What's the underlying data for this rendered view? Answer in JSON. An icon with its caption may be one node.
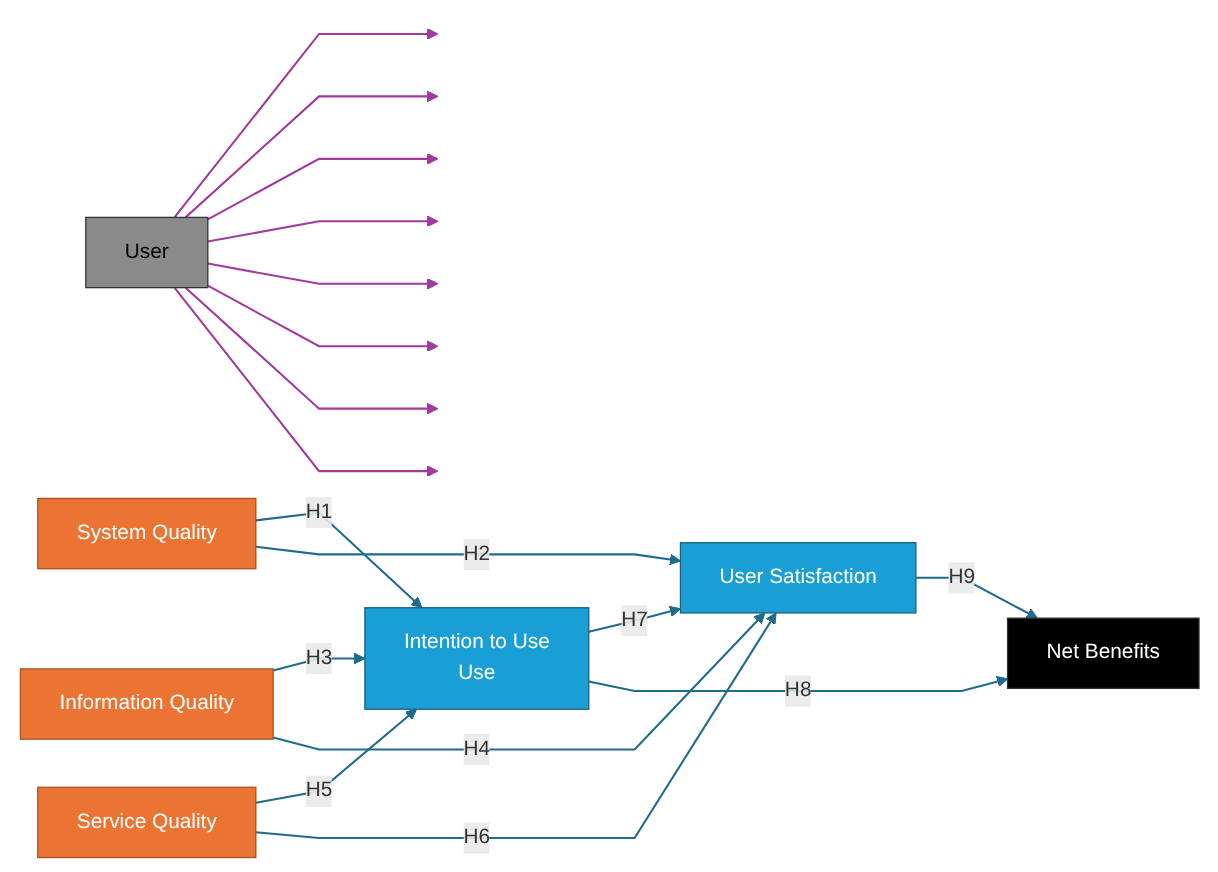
{
  "diagram": {
    "nodes": [
      {
        "text": [
          "User"
        ]
      },
      {
        "text": [
          "System Quality"
        ]
      },
      {
        "text": [
          "Information Quality"
        ]
      },
      {
        "text": [
          "Service Quality"
        ]
      },
      {
        "text": [
          "Intention to Use",
          "Use"
        ]
      },
      {
        "text": [
          "User Satisfaction"
        ]
      },
      {
        "text": [
          "Net Benefits"
        ]
      }
    ],
    "edges": [
      {
        "from": 1,
        "to": 4,
        "arrow": "to",
        "label": "H1"
      },
      {
        "from": 1,
        "to": 5,
        "arrow": "to",
        "label": "H2"
      },
      {
        "from": 2,
        "to": 4,
        "arrow": "to",
        "label": "H3"
      },
      {
        "from": 2,
        "to": 5,
        "arrow": "to",
        "label": "H4"
      },
      {
        "from": 3,
        "to": 4,
        "arrow": "to",
        "label": "H5"
      },
      {
        "from": 3,
        "to": 5,
        "arrow": "to",
        "label": "H6"
      },
      {
        "from": 4,
        "to": 5,
        "arrow": "to",
        "label": "H7"
      },
      {
        "from": 4,
        "to": 6,
        "arrow": "to",
        "label": "H8"
      },
      {
        "from": 5,
        "to": 6,
        "arrow": "to",
        "label": "H9"
      },
      {
        "from": 0,
        "to": null,
        "arrow": "to",
        "color": "#a2399f"
      },
      {
        "from": 0,
        "to": null,
        "arrow": "to",
        "color": "#a2399f"
      },
      {
        "from": 0,
        "to": null,
        "arrow": "to",
        "color": "#a2399f"
      },
      {
        "from": 0,
        "to": null,
        "arrow": "to",
        "color": "#a2399f"
      },
      {
        "from": 0,
        "to": null,
        "arrow": "to",
        "color": "#a2399f"
      },
      {
        "from": 0,
        "to": null,
        "arrow": "to",
        "color": "#a2399f"
      },
      {
        "from": 0,
        "to": null,
        "arrow": "to",
        "color": "#a2399f"
      },
      {
        "from": 0,
        "to": null,
        "arrow": "to",
        "color": "#a2399f"
      }
    ]
  }
}
